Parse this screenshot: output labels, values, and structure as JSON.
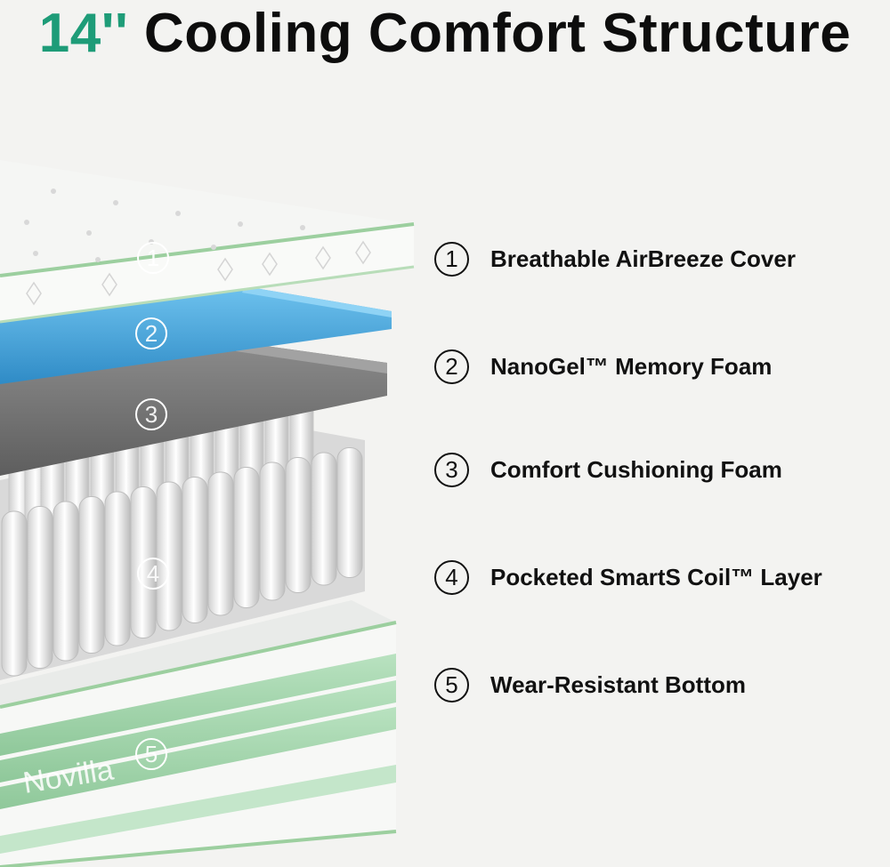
{
  "title": {
    "accent": "14''",
    "rest": "Cooling Comfort Structure"
  },
  "brand_mark": "Novilla",
  "colors": {
    "accent": "#1e9c78",
    "mint": "#a8d7b0",
    "gel_blue": "#4aa3d8",
    "foam_gray": "#7c7c7c"
  },
  "layers": [
    {
      "number": "1",
      "label": "Breathable AirBreeze Cover"
    },
    {
      "number": "2",
      "label": "NanoGel™ Memory Foam"
    },
    {
      "number": "3",
      "label": "Comfort Cushioning Foam"
    },
    {
      "number": "4",
      "label": "Pocketed SmartS Coil™ Layer"
    },
    {
      "number": "5",
      "label": "Wear-Resistant Bottom"
    }
  ]
}
